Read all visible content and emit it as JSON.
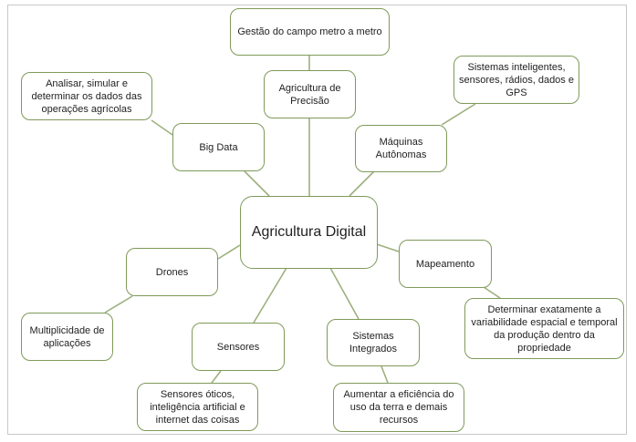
{
  "diagram": {
    "type": "mind-map",
    "border_color": "#7f9a5a",
    "line_color": "#9db07e",
    "center": {
      "id": "agricultura-digital",
      "label": "Agricultura Digital"
    },
    "branches": [
      {
        "id": "agricultura-precisao",
        "label": "Agricultura de Precisão",
        "detail": {
          "id": "gestao",
          "label": "Gestão do campo metro a metro"
        }
      },
      {
        "id": "big-data",
        "label": "Big Data",
        "detail": {
          "id": "analisar",
          "label": "Analisar, simular e determinar os dados das operações agrícolas"
        }
      },
      {
        "id": "maquinas",
        "label": "Máquinas Autônomas",
        "detail": {
          "id": "sistemas-inteligentes",
          "label": "Sistemas inteligentes, sensores, rádios, dados e GPS"
        }
      },
      {
        "id": "mapeamento",
        "label": "Mapeamento",
        "detail": {
          "id": "determinar",
          "label": "Determinar exatamente a variabilidade espacial e temporal da produção dentro da propriedade"
        }
      },
      {
        "id": "drones",
        "label": "Drones",
        "detail": {
          "id": "multiplicidade",
          "label": "Multiplicidade de aplicações"
        }
      },
      {
        "id": "sensores",
        "label": "Sensores",
        "detail": {
          "id": "sensores-oticos",
          "label": "Sensores óticos, inteligência artificial e internet das coisas"
        }
      },
      {
        "id": "sistemas-integrados",
        "label": "Sistemas Integrados",
        "detail": {
          "id": "aumentar",
          "label": "Aumentar a eficiência do uso da terra e demais recursos"
        }
      }
    ]
  }
}
